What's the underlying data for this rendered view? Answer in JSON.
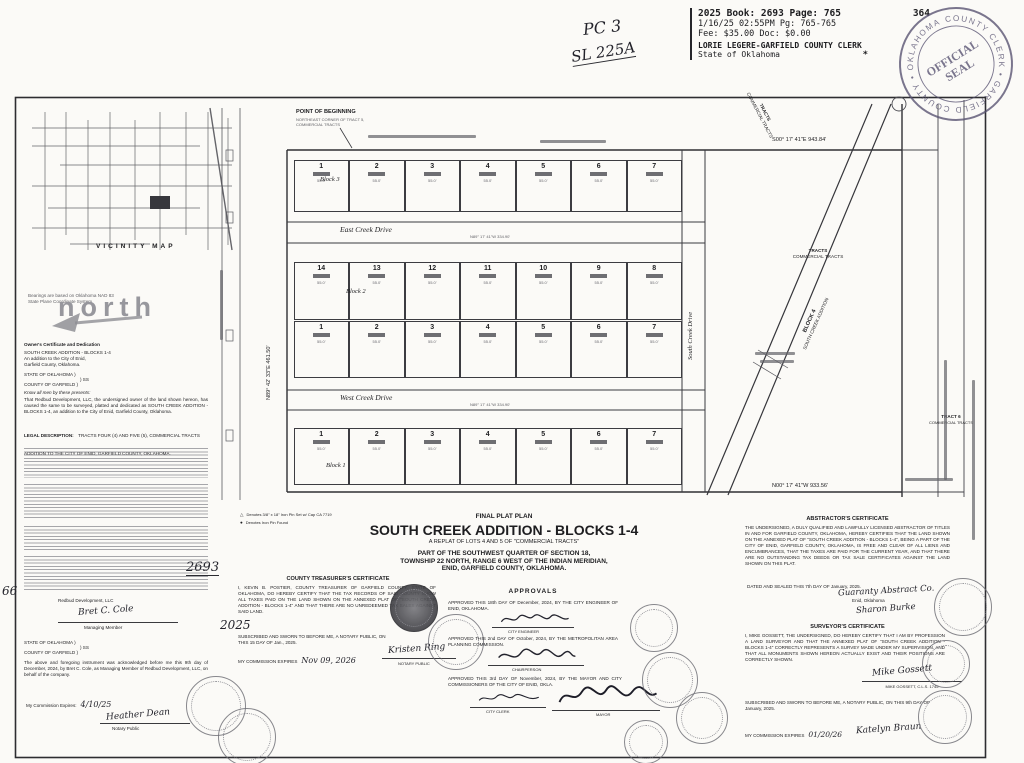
{
  "stamp": {
    "line1": "2025 Book: 2693 Page: 765",
    "page_extra": "364",
    "line2": "1/16/25   02:55PM   Pg: 765-765",
    "line3": "Fee: $35.00       Doc:  $0.00",
    "clerk": "LORIE LEGERE-GARFIELD COUNTY CLERK",
    "state": "State of Oklahoma",
    "star": "*"
  },
  "handwritten": {
    "pc": "PC 3",
    "sl": "SL 225A",
    "book": "2693",
    "year": "2025",
    "margin": "66"
  },
  "clerk_seal": {
    "ring": "COUNTY CLERK • GARFIELD COUNTY • OKLAHOMA •",
    "center_top": "OFFICIAL",
    "center_bottom": "SEAL"
  },
  "title_block": {
    "line1": "FINAL PLAT PLAN",
    "line2": "SOUTH CREEK ADDITION - BLOCKS 1-4",
    "line3": "A REPLAT OF LOTS 4 AND 5 OF \"COMMERCIAL TRACTS\"",
    "line4": "PART OF THE SOUTHWEST QUARTER OF SECTION 18,",
    "line5": "TOWNSHIP 22 NORTH, RANGE 6 WEST OF THE INDIAN MERIDIAN,",
    "line6": "ENID, GARFIELD COUNTY, OKLAHOMA."
  },
  "plat": {
    "point_of_beginning": "POINT OF BEGINNING",
    "pob_detail": "NORTHEAST CORNER OF TRACT 5, COMMERCIAL TRACTS",
    "north_label": "north",
    "vicinity_label": "VICINITY MAP",
    "bearings_note": "Bearings are based on Oklahoma NAD 83 State Plane Coordinate System",
    "bearing_top": "S00° 17' 41\"E  943.84'",
    "bearing_bottom": "N00° 17' 41\"W  933.56'",
    "bearing_left": "N89° 42' 33\"E  461.50'",
    "east_creek": "East Creek Drive",
    "west_creek": "West Creek Drive",
    "south_creek": "South Creek Drive",
    "street_dim": "N89° 17' 41\"W  334.90'",
    "tracts_line1": "TRACTS",
    "tracts_line2": "COMMERCIAL TRACTS",
    "block4_line1": "BLOCK 4",
    "block4_line2": "SOUTH CREEK ADDITION",
    "tract6_line1": "TRACT 6",
    "tract6_line2": "COMMERCIAL TRACTS",
    "lot_dim": "55.0'",
    "rows": [
      {
        "block": "Block 3",
        "lots": [
          "1",
          "2",
          "3",
          "4",
          "5",
          "6",
          "7"
        ]
      },
      {
        "block": "Block 2",
        "lots": [
          "14",
          "13",
          "12",
          "11",
          "10",
          "9",
          "8"
        ]
      },
      {
        "block": "",
        "lots": [
          "1",
          "2",
          "3",
          "4",
          "5",
          "6",
          "7"
        ]
      },
      {
        "block": "Block 1",
        "lots": [
          "1",
          "2",
          "3",
          "4",
          "5",
          "6",
          "7"
        ]
      }
    ]
  },
  "legend": {
    "items": [
      {
        "symbol": "△",
        "text": "Denotes 3/8\" x 18\" Iron Pin Set w/ Cap CA 7719"
      },
      {
        "symbol": "●",
        "text": "Denotes Iron Pin Found"
      }
    ]
  },
  "left_column": {
    "cert_heading": "Owner's Certificate and Dedication",
    "addition_line1": "SOUTH CREEK ADDITION - BLOCKS 1-4",
    "addition_line2": "An addition to the City of Enid,",
    "addition_line3": "Garfield County, Oklahoma.",
    "state_line": "STATE OF OKLAHOMA   )",
    "ss": ")  SS",
    "county_line": "COUNTY OF GARFIELD  )",
    "presents": "Know all men by these presents:",
    "owner_text": "That Redbud Development, LLC, the undersigned owner of the land shown hereon, has caused the same to be surveyed, platted and dedicated as SOUTH CREEK ADDITION - BLOCKS 1-4, an addition to the City of Enid, Garfield County, Oklahoma.",
    "legal_heading": "LEGAL DESCRIPTION:",
    "legal_text": "TRACTS FOUR (4) AND FIVE (5), COMMERCIAL TRACTS ADDITION TO THE CITY OF ENID, GARFIELD COUNTY, OKLAHOMA.",
    "company": "Redbud Development, LLC",
    "signer": "Bret C. Cole",
    "signer_title": "Managing Member",
    "notary_state": "STATE OF OKLAHOMA   )",
    "notary_ss": ")  SS",
    "notary_county": "COUNTY OF GARFIELD  )",
    "ack_text": "The above and foregoing instrument was acknowledged before me this 9th day of December, 2024, by Bret C. Cole, as Managing Member of Redbud Development, LLC, on behalf of the company."
  },
  "notary_left": {
    "commission_label": "My Commission Expires:",
    "commission_date": "4/10/25",
    "name": "Heather Dean",
    "title": "Notary Public"
  },
  "treasurer": {
    "heading": "COUNTY TREASURER'S CERTIFICATE",
    "body": "I, KEVIN B. POSTIER, COUNTY TREASURER OF GARFIELD COUNTY, STATE OF OKLAHOMA, DO HEREBY CERTIFY THAT THE TAX RECORDS OF SAID COUNTY SHOW ALL TAXES PAID ON THE LAND SHOWN ON THE ANNEXED PLAT OF \"SOUTH CREEK ADDITION - BLOCKS 1-4\" AND THAT THERE ARE NO UNREDEEMED TAX SALES AGAINST SAID LAND.",
    "sworn": "SUBSCRIBED AND SWORN TO BEFORE ME, A NOTARY PUBLIC, ON THIS 15 DAY OF Jan., 2025.",
    "notary_name": "Kristen Ring",
    "notary_label": "NOTARY PUBLIC",
    "expires_label": "MY COMMISSION EXPIRES",
    "expires_date": "Nov 09, 2026"
  },
  "approvals": {
    "heading": "APPROVALS",
    "items": [
      {
        "text": "APPROVED THIS 18th DAY OF December, 2024, BY THE CITY ENGINEER OF ENID, OKLAHOMA.",
        "label": "CITY ENGINEER"
      },
      {
        "text": "APPROVED THIS 2nd DAY OF October, 2024, BY THE METROPOLITAN AREA PLANNING COMMISSION.",
        "label": "CHAIRPERSON"
      },
      {
        "text": "APPROVED THIS 3rd DAY OF November, 2024, BY THE MAYOR AND CITY COMMISSIONERS OF THE CITY OF ENID, OKLA.",
        "label": "CITY CLERK",
        "label2": "MAYOR"
      }
    ]
  },
  "abstractor": {
    "heading": "ABSTRACTOR'S CERTIFICATE",
    "body": "THE UNDERSIGNED, A DULY QUALIFIED AND LAWFULLY LICENSED ABSTRACTOR OF TITLES IN AND FOR GARFIELD COUNTY, OKLAHOMA, HEREBY CERTIFIES THAT THE LAND SHOWN ON THE ANNEXED PLAT OF \"SOUTH CREEK ADDITION - BLOCKS 1-4\", BEING A PART OF THE CITY OF ENID, GARFIELD COUNTY, OKLAHOMA, IS FREE AND CLEAR OF ALL LIENS AND ENCUMBRANCES, THAT THE TAXES ARE PAID FOR THE CURRENT YEAR, AND THAT THERE ARE NO OUTSTANDING TAX DEEDS OR TAX SALE CERTIFICATES AGAINST THE LAND SHOWN ON THIS PLAT.",
    "dated": "DATED AND SEALED THIS 7th DAY OF January, 2025.",
    "firm": "Guaranty Abstract Co.",
    "firm_city": "Enid, Oklahoma",
    "signer": "Sharon Burke"
  },
  "surveyor": {
    "heading": "SURVEYOR'S CERTIFICATE",
    "body": "I, MIKE GOSSETT, THE UNDERSIGNED, DO HEREBY CERTIFY THAT I AM BY PROFESSION A LAND SURVEYOR AND THAT THE ANNEXED PLAT OF \"SOUTH CREEK ADDITION - BLOCKS 1-4\" CORRECTLY REPRESENTS A SURVEY MADE UNDER MY SUPERVISION, AND THAT ALL MONUMENTS SHOWN HEREON ACTUALLY EXIST AND THEIR POSITIONS ARE CORRECTLY SHOWN.",
    "sig_name": "Mike Gossett",
    "sig_label": "MIKE GOSSETT, C.L.S. 1745",
    "sworn": "SUBSCRIBED AND SWORN TO BEFORE ME, A NOTARY PUBLIC, ON THIS 9th DAY OF January, 2025.",
    "expires_label": "MY COMMISSION EXPIRES",
    "expires_date": "01/20/26",
    "notary_name": "Katelyn Braun"
  }
}
